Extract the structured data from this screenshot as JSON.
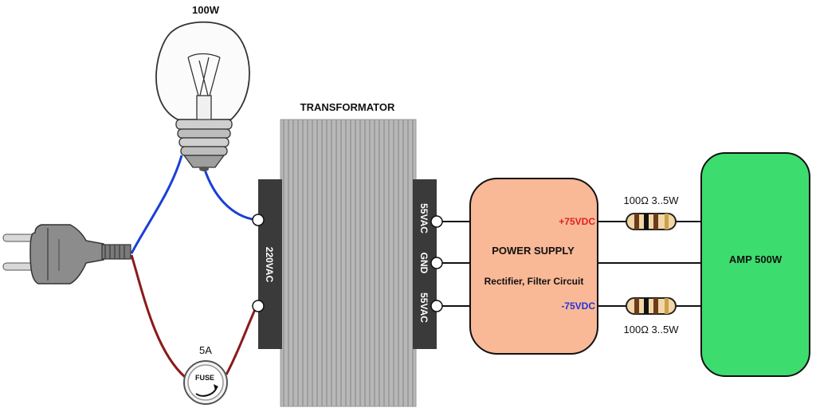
{
  "colors": {
    "wire_black": "#111111",
    "wire_blue": "#1a3fd6",
    "wire_red": "#8b1a1a",
    "transformer_body": "#b8b8b8",
    "transformer_fins": "#9a9a9a",
    "terminal_block": "#3a3a3a",
    "power_supply_fill": "#f9b896",
    "amp_fill": "#3ddc6e",
    "positive_label": "#e02020",
    "negative_label": "#2233dd"
  },
  "diagram": {
    "lamp_label": "100W",
    "transformer_label": "TRANSFORMATOR",
    "primary_label": "220VAC",
    "secondary_top_label": "55VAC",
    "secondary_mid_label": "GND",
    "secondary_bottom_label": "55VAC",
    "fuse_rating": "5A",
    "fuse_label": "FUSE",
    "power_supply_title": "POWER SUPPLY",
    "power_supply_subtitle": "Rectifier, Filter Circuit",
    "positive_output": "+75VDC",
    "negative_output": "-75VDC",
    "resistor_top_label": "100Ω 3..5W",
    "resistor_bottom_label": "100Ω 3..5W",
    "amp_label": "AMP 500W"
  },
  "icons": [
    "plug-icon",
    "light-bulb-icon",
    "fuse-icon",
    "resistor-icon"
  ]
}
